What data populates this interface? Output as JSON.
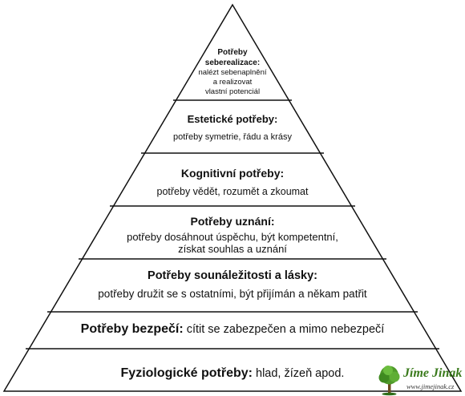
{
  "levels": [
    {
      "id": "fyziologicke",
      "title": "Fyziologické potřeby:",
      "description": "hlad, žízeň apod."
    },
    {
      "id": "bezpeci",
      "title": "Potřeby bezpečí:",
      "description": "cítit se zabezpečen a mimo nebezpečí"
    },
    {
      "id": "sounalezitosti",
      "title": "Potřeby sounáležitosti a lásky:",
      "description": "potřeby družit se s ostatními, být přijímán a někam patřit"
    },
    {
      "id": "uznani",
      "title": "Potřeby uznání:",
      "description_lines": [
        "potřeby dosáhnout úspěchu, být kompetentní,",
        "získat souhlas a uznání"
      ]
    },
    {
      "id": "kognitivni",
      "title": "Kognitivní potřeby:",
      "description": "potřeby vědět, rozumět a zkoumat"
    },
    {
      "id": "esteticke",
      "title": "Estetické potřeby:",
      "description": "potřeby symetrie, řádu a krásy"
    },
    {
      "id": "seberealizace",
      "title_lines": [
        "Potřeby",
        "seberealizace:"
      ],
      "description_lines": [
        "nalézt sebenaplnění",
        "a realizovat",
        "vlastní potenciál"
      ]
    }
  ],
  "logo": {
    "brand": "Jíme Jinak",
    "url": "www.jimejinak.cz"
  },
  "colors": {
    "background": "#ffffff",
    "lines": "#111111",
    "brand": "#3a7a1c"
  }
}
